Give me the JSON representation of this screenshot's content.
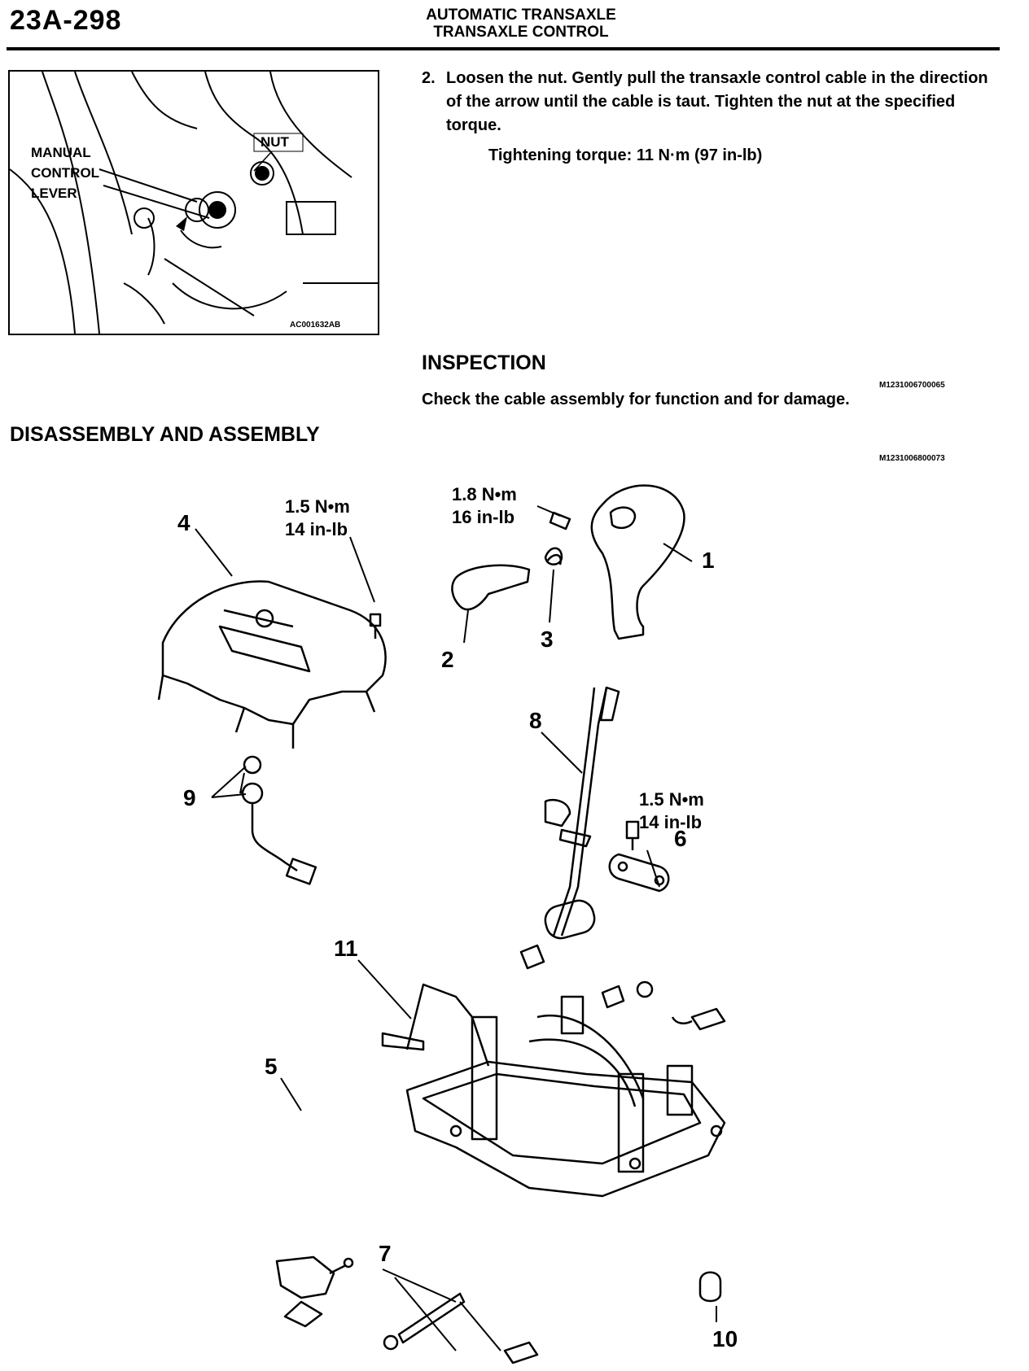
{
  "header": {
    "page_number": "23A-298",
    "title": "AUTOMATIC TRANSAXLE",
    "subtitle": "TRANSAXLE CONTROL"
  },
  "photo": {
    "label_manual": "MANUAL",
    "label_control": "CONTROL",
    "label_lever": "LEVER",
    "label_nut": "NUT",
    "code": "AC001632AB"
  },
  "step2": {
    "number": "2.",
    "text": "Loosen the nut. Gently pull the transaxle control cable in the direction of the arrow until the cable is taut. Tighten the nut at the specified torque.",
    "torque": "Tightening torque: 11 N·m (97 in-lb)"
  },
  "inspection": {
    "heading": "INSPECTION",
    "code": "M1231006700065",
    "text": "Check the cable assembly for function and for damage."
  },
  "disassembly": {
    "heading": "DISASSEMBLY AND ASSEMBLY",
    "code": "M1231006800073"
  },
  "diagram": {
    "torque_4_nm": "1.5 N•m",
    "torque_4_inlb": "14 in-lb",
    "torque_1_nm": "1.8 N•m",
    "torque_1_inlb": "16 in-lb",
    "torque_6_nm": "1.5 N•m",
    "torque_6_inlb": "14 in-lb",
    "part_labels": [
      "1",
      "2",
      "3",
      "4",
      "5",
      "6",
      "7",
      "8",
      "9",
      "10",
      "11"
    ]
  }
}
